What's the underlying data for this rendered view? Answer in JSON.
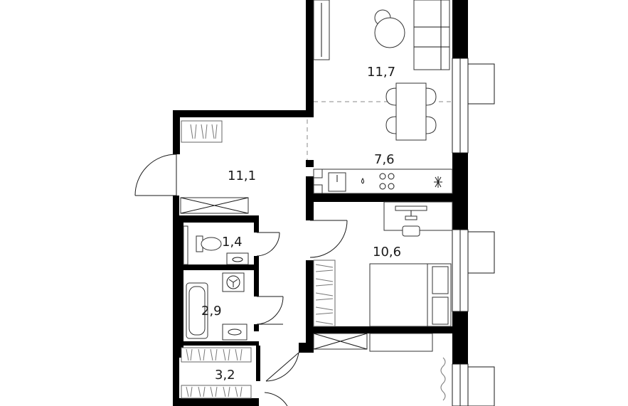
{
  "rooms": [
    {
      "id": "living",
      "area": "11,7"
    },
    {
      "id": "kitchen",
      "area": "7,6"
    },
    {
      "id": "hall",
      "area": "11,1"
    },
    {
      "id": "wc",
      "area": "1,4"
    },
    {
      "id": "bedroom",
      "area": "10,6"
    },
    {
      "id": "bathroom",
      "area": "2,9"
    },
    {
      "id": "storage",
      "area": "3,2"
    }
  ],
  "colors": {
    "wall": "#000000",
    "line": "#333333",
    "background": "#ffffff"
  }
}
